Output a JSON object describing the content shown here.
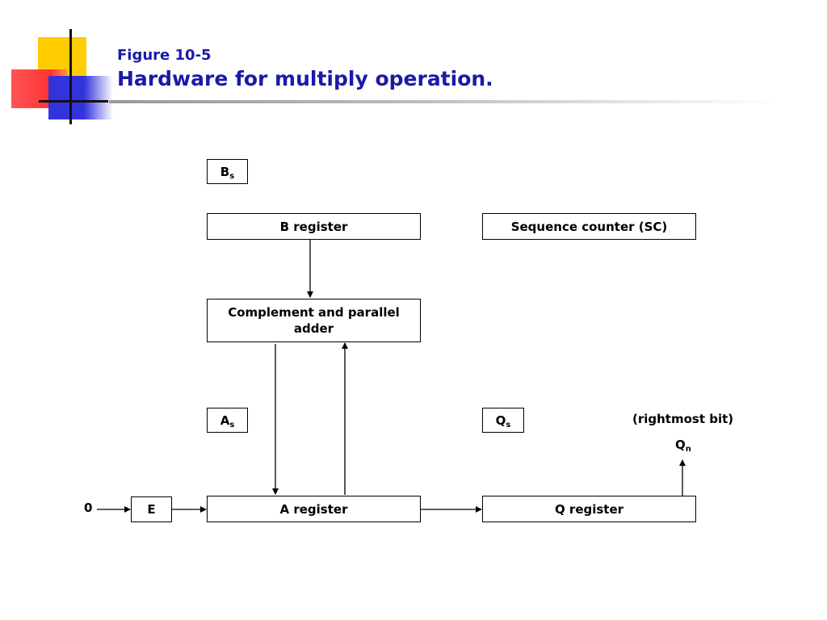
{
  "header": {
    "subtitle": "Figure 10-5",
    "title": "Hardware for multiply operation."
  },
  "diagram": {
    "bs": {
      "base": "B",
      "sub": "s"
    },
    "b_register": "B register",
    "sequence_counter": "Sequence counter (SC)",
    "adder": "Complement and parallel adder",
    "as": {
      "base": "A",
      "sub": "s"
    },
    "qs": {
      "base": "Q",
      "sub": "s"
    },
    "rightmost_note": "(rightmost bit)",
    "qn": {
      "base": "Q",
      "sub": "n"
    },
    "zero_input": "0",
    "e_flipflop": "E",
    "a_register": "A register",
    "q_register": "Q register"
  }
}
